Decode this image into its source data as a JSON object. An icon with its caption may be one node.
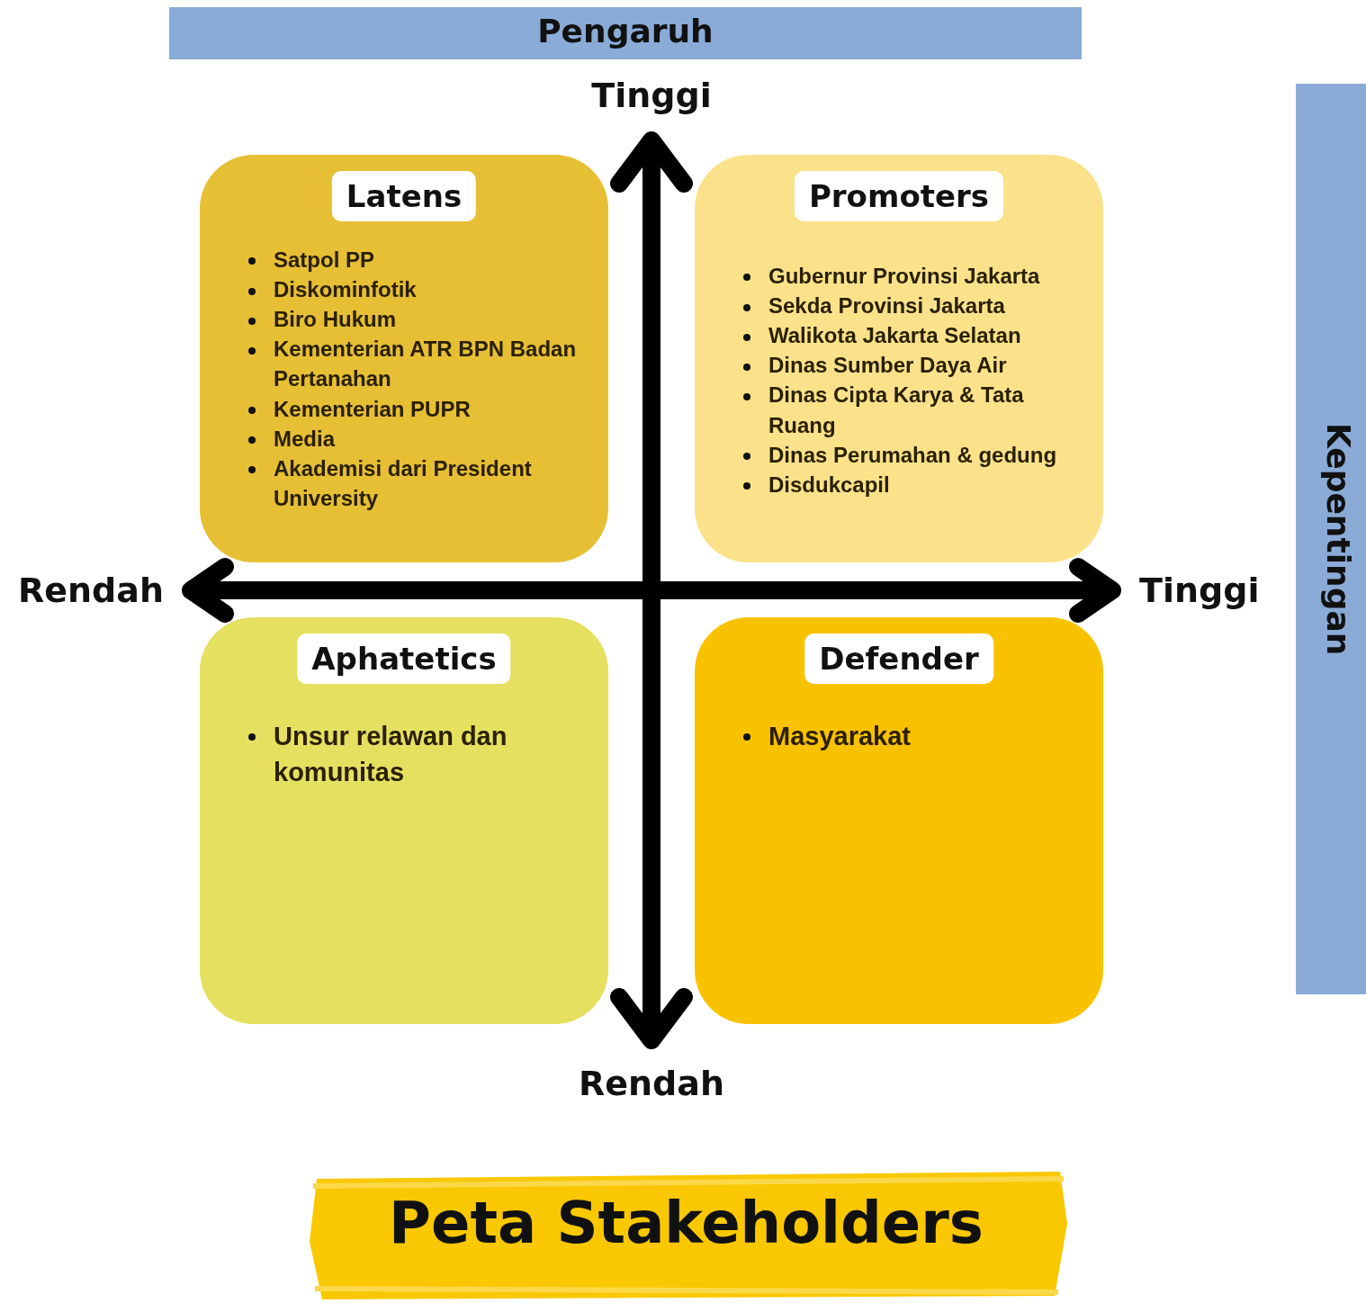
{
  "diagram": {
    "caption": "Peta Stakeholders",
    "nodes": [
      {
        "text": [
          "Latens",
          "Satpol PP",
          "Diskominfotik",
          "Biro Hukum",
          "Kementerian ATR BPN Badan Pertanahan",
          "Kementerian PUPR",
          "Media",
          "Akademisi dari President University"
        ]
      },
      {
        "text": [
          "Promoters",
          "Gubernur Provinsi Jakarta",
          "Sekda Provinsi Jakarta",
          "Walikota Jakarta Selatan",
          "Dinas Sumber Daya Air",
          "Dinas Cipta Karya & Tata Ruang",
          "Dinas Perumahan & gedung",
          "Disdukcapil"
        ]
      },
      {
        "text": [
          "Aphatetics",
          "Unsur relawan dan komunitas"
        ]
      },
      {
        "text": [
          "Defender",
          "Masyarakat"
        ]
      }
    ],
    "edges": [],
    "labels": [
      "Pengaruh",
      "Tinggi",
      "Rendah",
      "Tinggi",
      "Kepentingan",
      "Rendah"
    ]
  }
}
